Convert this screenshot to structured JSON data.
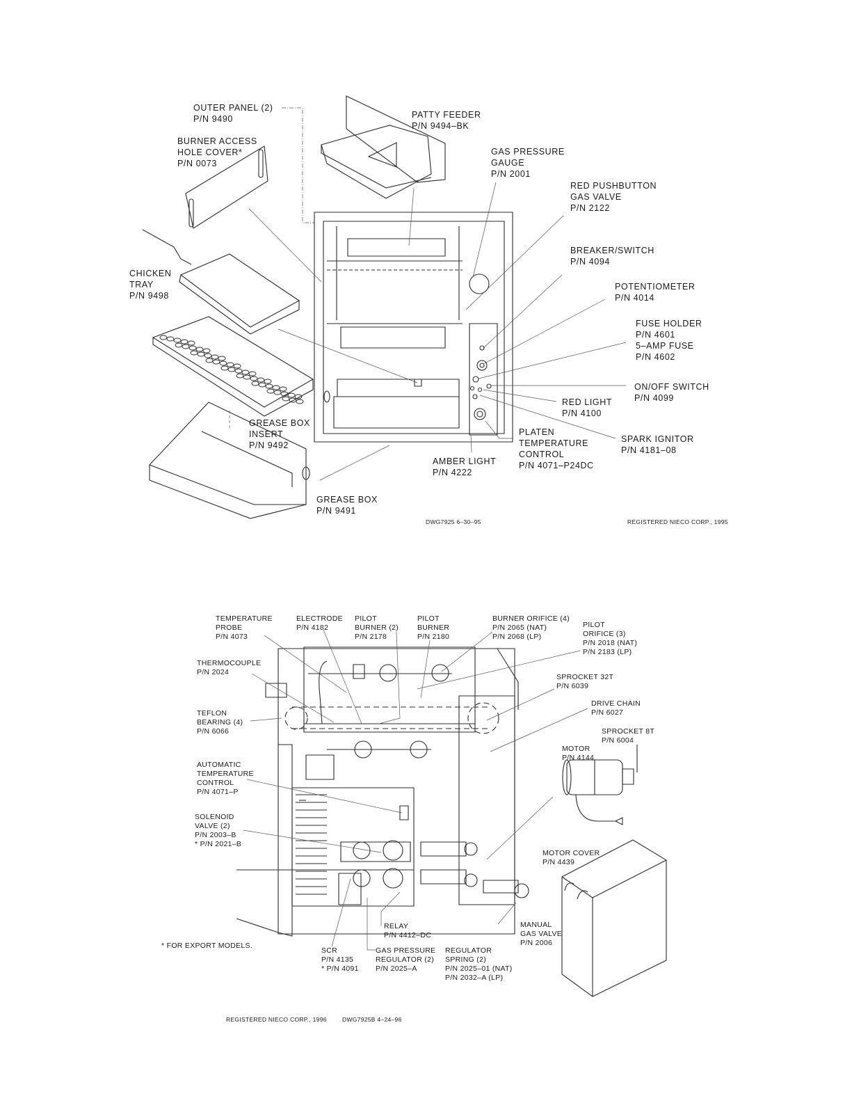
{
  "top": {
    "labels": {
      "outer_panel": [
        "OUTER PANEL (2)",
        "P/N 9490"
      ],
      "burner_access": [
        "BURNER ACCESS",
        "HOLE COVER*",
        "P/N 0073"
      ],
      "patty_feeder": [
        "PATTY FEEDER",
        "P/N 9494–BK"
      ],
      "gas_pressure_gauge": [
        "GAS PRESSURE",
        "GAUGE",
        "P/N 2001"
      ],
      "red_pushbutton": [
        "RED PUSHBUTTON",
        "GAS VALVE",
        "P/N 2122"
      ],
      "breaker_switch": [
        "BREAKER/SWITCH",
        "P/N 4094"
      ],
      "potentiometer": [
        "POTENTIOMETER",
        "P/N 4014"
      ],
      "fuse_holder": [
        "FUSE HOLDER",
        "P/N 4601",
        "5–AMP FUSE",
        "P/N 4602"
      ],
      "chicken_tray": [
        "CHICKEN",
        "TRAY",
        "P/N 9498"
      ],
      "on_off_switch": [
        "ON/OFF SWITCH",
        "P/N 4099"
      ],
      "red_light": [
        "RED LIGHT",
        "P/N 4100"
      ],
      "spark_ignitor": [
        "SPARK IGNITOR",
        "P/N 4181–08"
      ],
      "grease_box_insert": [
        "GREASE BOX",
        "INSERT",
        "P/N 9492"
      ],
      "platen_temp": [
        "PLATEN",
        "TEMPERATURE",
        "CONTROL",
        "P/N 4071–P24DC"
      ],
      "amber_light": [
        "AMBER LIGHT",
        "P/N 4222"
      ],
      "grease_box": [
        "GREASE BOX",
        "P/N 9491"
      ]
    },
    "dwg": "DWG7925      6–30–95",
    "registered": "REGISTERED NIECO CORP., 1995"
  },
  "bottom": {
    "labels": {
      "temp_probe": [
        "TEMPERATURE",
        "PROBE",
        "P/N 4073"
      ],
      "electrode": [
        "ELECTRODE",
        "P/N 4182"
      ],
      "pilot_burner_2": [
        "PILOT",
        "BURNER (2)",
        "P/N 2178"
      ],
      "pilot_burner": [
        "PILOT",
        "BURNER",
        "P/N 2180"
      ],
      "burner_orifice": [
        "BURNER ORIFICE (4)",
        "P/N 2065 (NAT)",
        "P/N 2068 (LP)"
      ],
      "pilot_orifice": [
        "PILOT",
        "ORIFICE (3)",
        "P/N 2018 (NAT)",
        "P/N 2183 (LP)"
      ],
      "thermocouple": [
        "THERMOCOUPLE",
        "P/N 2024"
      ],
      "sprocket_32t": [
        "SPROCKET 32T",
        "P/N 6039"
      ],
      "teflon_bearing": [
        "TEFLON",
        "BEARING (4)",
        "P/N 6066"
      ],
      "drive_chain": [
        "DRIVE CHAIN",
        "P/N 6027"
      ],
      "sprocket_8t": [
        "SPROCKET 8T",
        "P/N 6004"
      ],
      "motor": [
        "MOTOR",
        "P/N 4144"
      ],
      "auto_temp": [
        "AUTOMATIC",
        "TEMPERATURE",
        "CONTROL",
        "P/N 4071–P"
      ],
      "solenoid": [
        "SOLENOID",
        "VALVE (2)",
        "P/N 2003–B",
        "* P/N 2021–B"
      ],
      "motor_cover": [
        "MOTOR COVER",
        "P/N 4439"
      ],
      "export": "* FOR EXPORT MODELS.",
      "relay": [
        "RELAY",
        "P/N 4412–DC"
      ],
      "manual_gas_valve": [
        "MANUAL",
        "GAS VALVE",
        "P/N 2006"
      ],
      "scr": [
        "SCR",
        "P/N 4135",
        "* P/N 4091"
      ],
      "gas_pressure_regulator": [
        "GAS PRESSURE",
        "REGULATOR (2)",
        "P/N 2025–A"
      ],
      "regulator_spring": [
        "REGULATOR",
        "SPRING (2)",
        "P/N 2025–01 (NAT)",
        "P/N 2032–A (LP)"
      ]
    },
    "registered": "REGISTERED NIECO CORP., 1996",
    "dwg": "DWG7925B     4–24–96"
  }
}
